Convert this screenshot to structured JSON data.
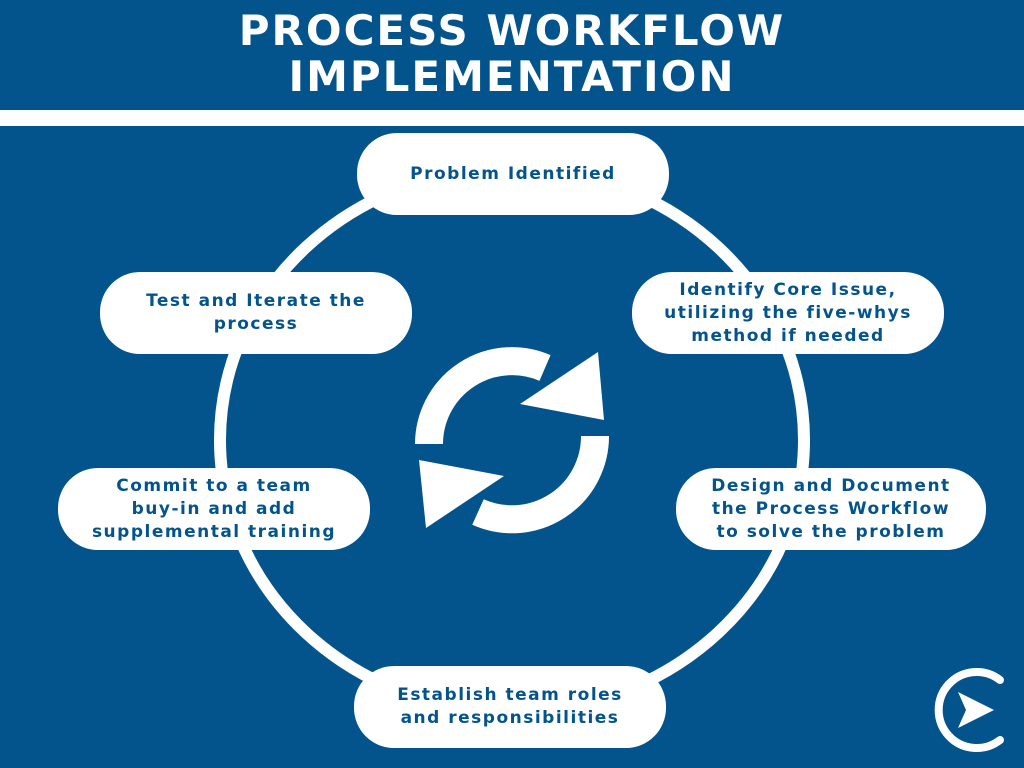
{
  "header": {
    "title_line_1": "PROCESS WORKFLOW",
    "title_line_2": "IMPLEMENTATION"
  },
  "steps": [
    {
      "label": "Problem Identified"
    },
    {
      "label": "Identify Core Issue,\nutilizing the five-whys\nmethod if needed"
    },
    {
      "label": "Design and Document\nthe Process Workflow\nto solve the problem"
    },
    {
      "label": "Establish team roles\nand responsibilities"
    },
    {
      "label": "Commit to a team\nbuy-in and add\nsupplemental training"
    },
    {
      "label": "Test and Iterate the\nprocess"
    }
  ],
  "icons": {
    "center": "refresh-cycle-icon",
    "logo": "c-play-logo-icon"
  },
  "colors": {
    "background": "#03548c",
    "foreground": "#ffffff"
  }
}
